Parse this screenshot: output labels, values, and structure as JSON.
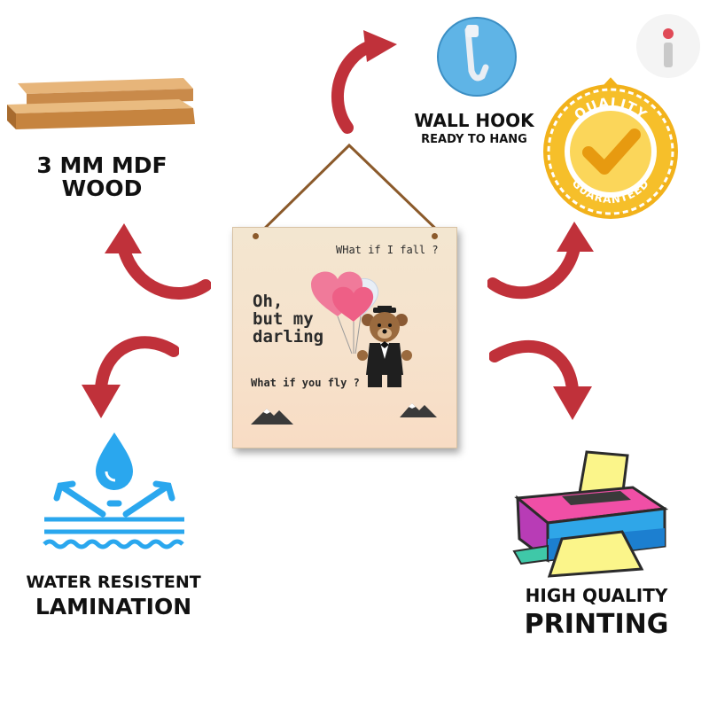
{
  "features": {
    "wood": {
      "line1": "3 MM MDF",
      "line2": "WOOD",
      "icon": "wood-planks-icon"
    },
    "hook": {
      "line1": "WALL HOOK",
      "line2": "READY TO HANG",
      "icon": "wall-hook-icon"
    },
    "quality": {
      "badge_top": "QUALITY",
      "badge_bottom": "GUARANTEED",
      "icon": "quality-badge-icon"
    },
    "water": {
      "line1": "WATER RESISTENT",
      "line2": "LAMINATION",
      "icon": "water-drop-icon"
    },
    "printing": {
      "line1": "HIGH QUALITY",
      "line2": "PRINTING",
      "icon": "printer-icon"
    }
  },
  "sign": {
    "top_text": "WHat if I fall ?",
    "main_line1": "Oh,",
    "main_line2": "but my",
    "main_line3": "darling",
    "bottom_text": "What if you fly ?"
  },
  "colors": {
    "arrow": "#c0313a",
    "badge_gold": "#f2b21b",
    "water_blue": "#2aa7ee",
    "hook_blue": "#5fb4e6"
  }
}
